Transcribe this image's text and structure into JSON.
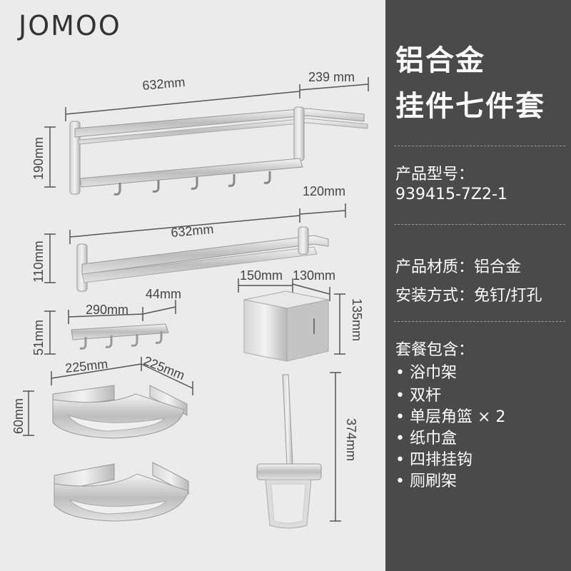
{
  "brand": "JOMOO",
  "title_line1": "铝合金",
  "title_line2": "挂件七件套",
  "model_label": "产品型号：",
  "model_value": "939415-7Z2-1",
  "material": "产品材质：铝合金",
  "install": "安装方式：免钉/打孔",
  "package_label": "套餐包含：",
  "package_items": [
    "浴巾架",
    "双杆",
    "单层角篮 × 2",
    "纸巾盒",
    "四排挂钩",
    "厕刷架"
  ],
  "bullet": "•",
  "dimensions": {
    "towel_rack_length": "632mm",
    "towel_rack_depth": "239 mm",
    "towel_rack_height": "190mm",
    "double_bar_length": "632mm",
    "double_bar_depth": "120mm",
    "double_bar_height": "110mm",
    "hook_length": "290mm",
    "hook_depth": "44mm",
    "hook_height": "51mm",
    "tissue_box_width": "150mm",
    "tissue_box_depth": "130mm",
    "tissue_box_height": "135mm",
    "corner_basket_side_a": "225mm",
    "corner_basket_side_b": "225mm",
    "corner_basket_height": "60mm",
    "toilet_brush_height": "374mm"
  },
  "colors": {
    "left_bg": "#ebebeb",
    "right_bg": "#4a4a4a",
    "metal": "#c8c8c8"
  }
}
